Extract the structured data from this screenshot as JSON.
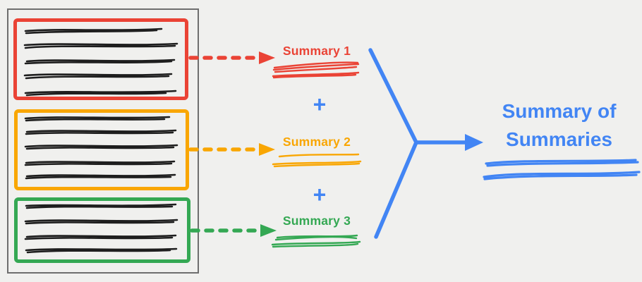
{
  "colors": {
    "background": "#f0f0ee",
    "frame_border": "#6e6e6e",
    "ink": "#1e1e1e",
    "red": "#EA4335",
    "orange": "#F9A602",
    "green": "#34A853",
    "blue": "#4285F4"
  },
  "source_document": {
    "sections": [
      {
        "name": "section-1",
        "color": "red",
        "text_line_count": 5
      },
      {
        "name": "section-2",
        "color": "orange",
        "text_line_count": 5
      },
      {
        "name": "section-3",
        "color": "green",
        "text_line_count": 4
      }
    ]
  },
  "summaries": [
    {
      "label": "Summary 1",
      "color": "red"
    },
    {
      "label": "Summary 2",
      "color": "orange"
    },
    {
      "label": "Summary 3",
      "color": "green"
    }
  ],
  "operators": {
    "plus": "+"
  },
  "result": {
    "line1": "Summary of",
    "line2": "Summaries",
    "color": "blue"
  },
  "icons": {
    "dashed_arrow": "right-dashed-arrow",
    "merge_arrow": "three-way-merge-right-arrow",
    "scribble": "handwritten-text-lines"
  }
}
